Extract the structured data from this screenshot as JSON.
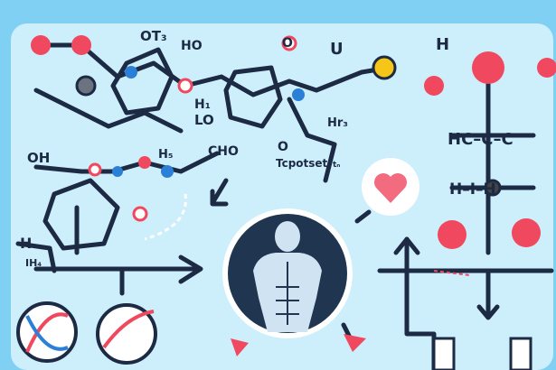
{
  "labels": {
    "ot3": "OT₃",
    "ho_top": "HO",
    "o_top": "O",
    "u_top": "U",
    "h_top_right": "H",
    "h1": "H₁",
    "lo": "LO",
    "hr3": "Hr₃",
    "oh_left": "OH",
    "h5": "H₅",
    "cho": "CHO",
    "o_mid": "O",
    "caption": "Tcpotset",
    "caption_small": "tₙ",
    "hcc": "HC–C–C",
    "hih": "H–I–H",
    "h_left": "H",
    "ih4": "IH₄"
  },
  "colors": {
    "background": "#7fd0f2",
    "panel": "#cdeefb",
    "bond": "#1c2a44",
    "atom_red": "#f0485e",
    "atom_blue": "#2b7fd6",
    "atom_yellow": "#f5c518",
    "body_circle": "#1f3550",
    "heart": "#f26b7f"
  },
  "icons": [
    "heart-icon",
    "muscular-torso-icon",
    "dna-icon",
    "flask-icon"
  ]
}
